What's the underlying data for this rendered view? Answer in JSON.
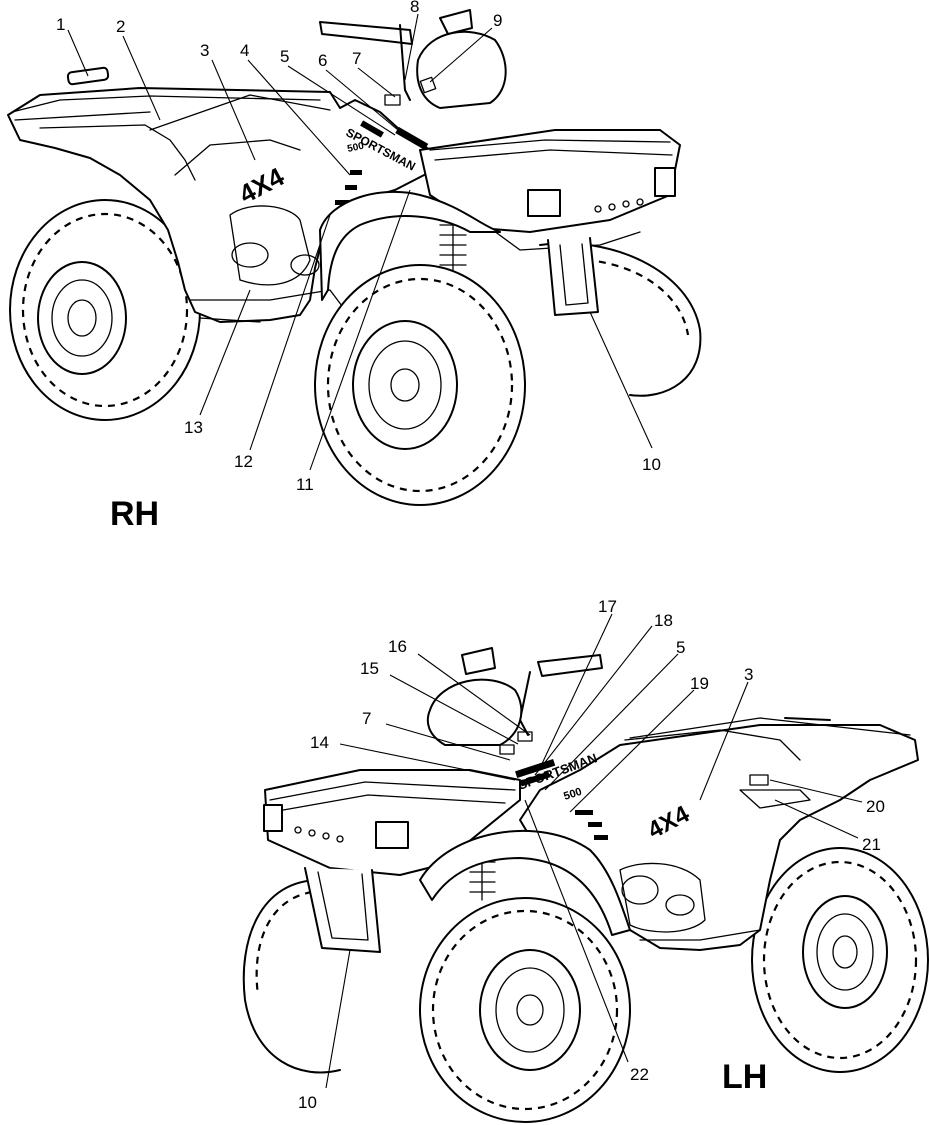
{
  "views": {
    "rh": {
      "label": "RH"
    },
    "lh": {
      "label": "LH"
    }
  },
  "decals": {
    "four_by_four": "4X4",
    "sportsman": "SPORTSMAN",
    "model_number": "500"
  },
  "callouts": {
    "rh": [
      {
        "id": "rh-1",
        "text": "1"
      },
      {
        "id": "rh-2",
        "text": "2"
      },
      {
        "id": "rh-3",
        "text": "3"
      },
      {
        "id": "rh-4",
        "text": "4"
      },
      {
        "id": "rh-5",
        "text": "5"
      },
      {
        "id": "rh-6",
        "text": "6"
      },
      {
        "id": "rh-7",
        "text": "7"
      },
      {
        "id": "rh-8",
        "text": "8"
      },
      {
        "id": "rh-9",
        "text": "9"
      },
      {
        "id": "rh-10",
        "text": "10"
      },
      {
        "id": "rh-11",
        "text": "11"
      },
      {
        "id": "rh-12",
        "text": "12"
      },
      {
        "id": "rh-13",
        "text": "13"
      }
    ],
    "lh": [
      {
        "id": "lh-15",
        "text": "15"
      },
      {
        "id": "lh-16",
        "text": "16"
      },
      {
        "id": "lh-17",
        "text": "17"
      },
      {
        "id": "lh-18",
        "text": "18"
      },
      {
        "id": "lh-5",
        "text": "5"
      },
      {
        "id": "lh-19",
        "text": "19"
      },
      {
        "id": "lh-3",
        "text": "3"
      },
      {
        "id": "lh-7",
        "text": "7"
      },
      {
        "id": "lh-14",
        "text": "14"
      },
      {
        "id": "lh-20",
        "text": "20"
      },
      {
        "id": "lh-21",
        "text": "21"
      },
      {
        "id": "lh-10",
        "text": "10"
      },
      {
        "id": "lh-22",
        "text": "22"
      }
    ]
  }
}
